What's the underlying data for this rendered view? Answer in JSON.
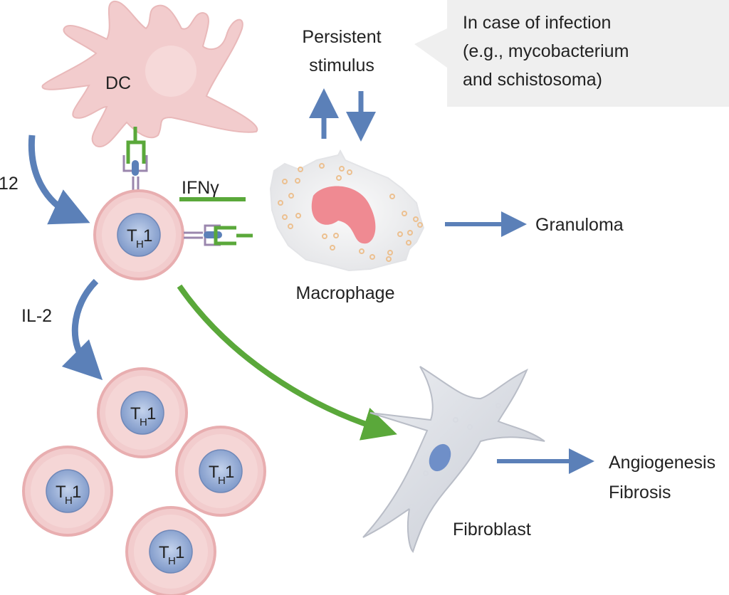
{
  "labels": {
    "dc": "DC",
    "il12": "12",
    "ifng": "IFNγ",
    "il2": "IL-2",
    "persistent_line1": "Persistent",
    "persistent_line2": "stimulus",
    "callout_line1": "In case of infection",
    "callout_line2": "(e.g., mycobacterium",
    "callout_line3": "and schistosoma)",
    "macrophage": "Macrophage",
    "granuloma": "Granuloma",
    "fibroblast": "Fibroblast",
    "angiogenesis": "Angiogenesis",
    "fibrosis": "Fibrosis"
  },
  "th1_cell": {
    "main": "T",
    "subscript": "H",
    "suffix": "1"
  },
  "colors": {
    "arrow_blue": "#5b80b8",
    "arrow_green": "#5aa83a",
    "cell_pink": "#f2cccd",
    "nucleus_blue": "#8ea7d3",
    "macrophage_nucleus": "#ef8a92",
    "callout_bg": "#efefef"
  }
}
